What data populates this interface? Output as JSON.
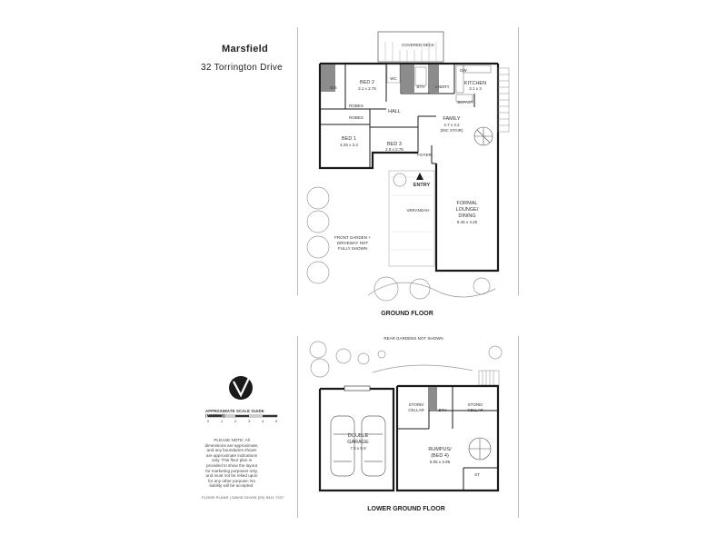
{
  "header": {
    "title": "Marsfield",
    "address": "32 Torrington Drive"
  },
  "ground_floor": {
    "label": "GROUND FLOOR",
    "rooms": {
      "covered_deck": "COVERED DECK",
      "es": "E/S",
      "bed2_name": "BED 2",
      "bed2_size": "3.1 x 2.75",
      "wc": "WC",
      "bth": "BTH",
      "lndry": "LNDRY",
      "dw": "DW",
      "kitchen_name": "KITCHEN",
      "kitchen_size": "3.1 x 3",
      "bkfast": "BKFAST",
      "robes1": "ROBES",
      "robes2": "ROBES",
      "hall": "HALL",
      "family_name": "FAMILY",
      "family_size": "4.7 x 3.2",
      "family_note": "(INC STAIR)",
      "bed1_name": "BED 1",
      "bed1_size": "4.25 x 3.4",
      "bed3_name": "BED 3",
      "bed3_size": "2.9 x 2.75",
      "foyer": "FOYER",
      "entry": "ENTRY",
      "formal_name1": "FORMAL",
      "formal_name2": "LOUNGE/",
      "formal_name3": "DINING",
      "formal_size": "9.45 x 4.25",
      "verandah": "VERANDAH",
      "garden1": "FRONT GARDEN +",
      "garden2": "DRIVEWAY NOT",
      "garden3": "FULLY SHOWN"
    }
  },
  "lower_floor": {
    "label": "LOWER GROUND FLOOR",
    "rooms": {
      "rear_gardens": "REAR GARDENS NOT SHOWN",
      "store1a": "STORE/",
      "store1b": "CELLAR",
      "bth": "BTH",
      "store2a": "STORE/",
      "store2b": "CELLAR",
      "garage1": "DOUBLE",
      "garage2": "GARAGE",
      "garage_size": "7.9 x 5.9",
      "rumpus1": "RUMPUS/",
      "rumpus2": "(BED 4)",
      "rumpus_size": "5.05 x 3.95",
      "st": "ST"
    }
  },
  "legend": {
    "scale_title": "APPROXIMATE SCALE GUIDE (METRES)",
    "scale_ticks": [
      "0",
      "1",
      "2",
      "3",
      "4",
      "5"
    ],
    "note": "PLEASE NOTE: All dimensions are approximate, and any boundaries shown are approximate indications only. This floor plan is provided to show the layout for marketing purposes only, and must not be relied upon for any other purpose. No liability will be accepted.",
    "credit": "FLOOR PLANS | DAVID DIXON (02) 9411 7227"
  },
  "colors": {
    "wall": "#1a1a1a",
    "tile": "#8c8c8c",
    "tree": "#9a9a9a",
    "divider": "#bbbbbb"
  }
}
